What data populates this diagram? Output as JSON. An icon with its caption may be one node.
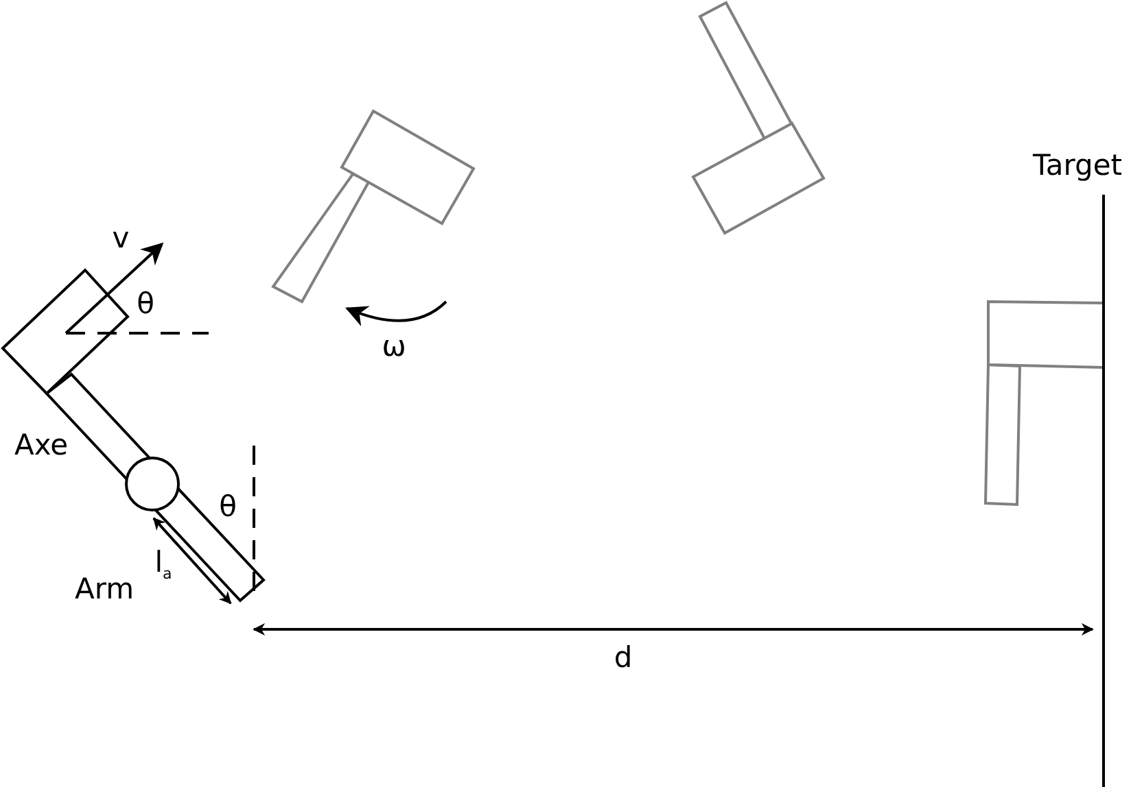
{
  "diagram": {
    "labels": [
      "Target",
      "v",
      "θ",
      "ω",
      "Axe",
      "θ",
      "l$_{a}$",
      "Arm",
      "d"
    ]
  }
}
